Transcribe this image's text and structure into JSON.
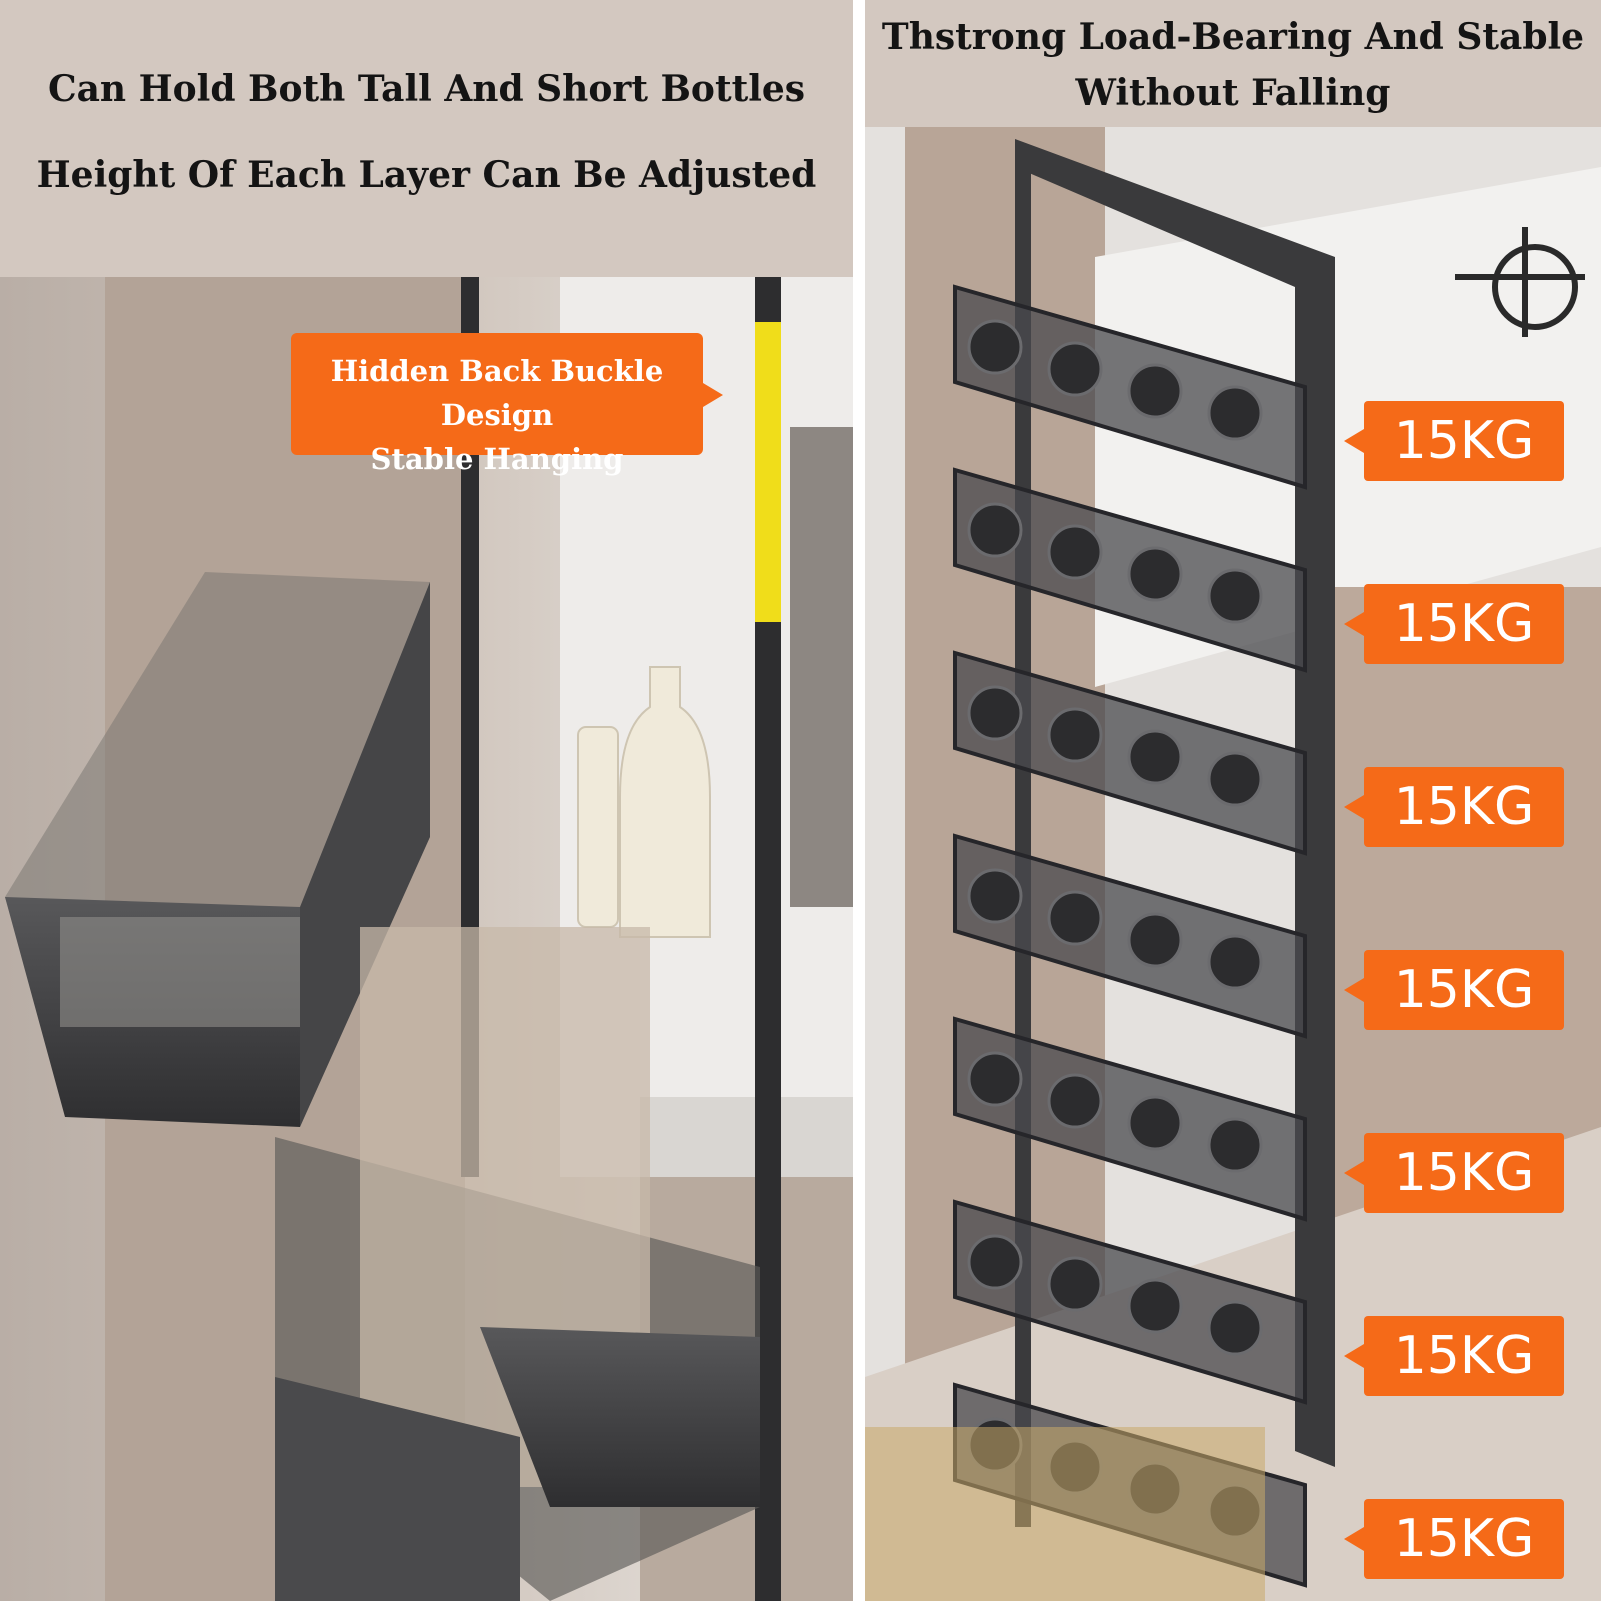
{
  "left_panel": {
    "heading_line1": "Can Hold Both Tall And Short Bottles",
    "heading_line2": "Height Of Each Layer Can Be Adjusted",
    "callout_line1": "Hidden Back Buckle Design",
    "callout_line2": "Stable Hanging"
  },
  "right_panel": {
    "heading_line1": "Thstrong Load-Bearing And Stable",
    "heading_line2": "Without Falling",
    "shelf_load_labels": [
      "15KG",
      "15KG",
      "15KG",
      "15KG",
      "15KG",
      "15KG",
      "15KG"
    ]
  },
  "colors": {
    "callout_orange": "#f56a18",
    "header_background": "#d3c8c0",
    "rack_metal": "#3a3a3c"
  }
}
